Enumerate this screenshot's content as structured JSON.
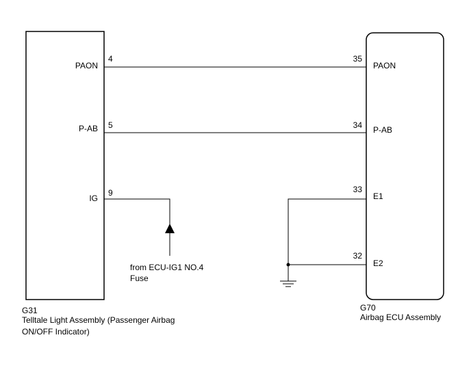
{
  "left_component": {
    "code": "G31",
    "name_line1": "Telltale Light Assembly (Passenger Airbag",
    "name_line2": "ON/OFF Indicator)",
    "pins": [
      {
        "label": "PAON",
        "number": "4"
      },
      {
        "label": "P-AB",
        "number": "5"
      },
      {
        "label": "IG",
        "number": "9"
      }
    ]
  },
  "right_component": {
    "code": "G70",
    "name": "Airbag ECU Assembly",
    "pins": [
      {
        "label": "PAON",
        "number": "35"
      },
      {
        "label": "P-AB",
        "number": "34"
      },
      {
        "label": "E1",
        "number": "33"
      },
      {
        "label": "E2",
        "number": "32"
      }
    ]
  },
  "power_source": {
    "line1": "from ECU-IG1 NO.4",
    "line2": "Fuse"
  }
}
